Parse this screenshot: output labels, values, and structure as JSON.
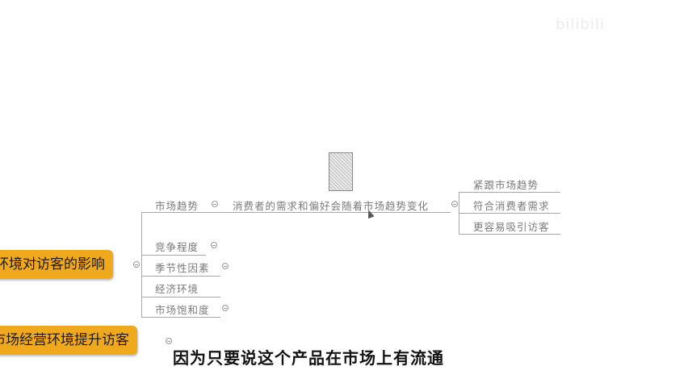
{
  "watermark": {
    "text": "bilibili"
  },
  "mindmap": {
    "left_nodes": {
      "top": "环境对访客的影响",
      "bottom": "市场经营环境提升访客"
    },
    "branches": {
      "trend": "市场趋势",
      "competition": "竞争程度",
      "seasonal": "季节性因素",
      "economy": "经济环境",
      "saturation": "市场饱和度"
    },
    "trend_detail": "消费者的需求和偏好会随着市场趋势变化",
    "right_nodes": [
      "紧跟市场趋势",
      "符合消费者需求",
      "更容易吸引访客"
    ]
  },
  "subtitle": "因为只要说这个产品在市场上有流通"
}
